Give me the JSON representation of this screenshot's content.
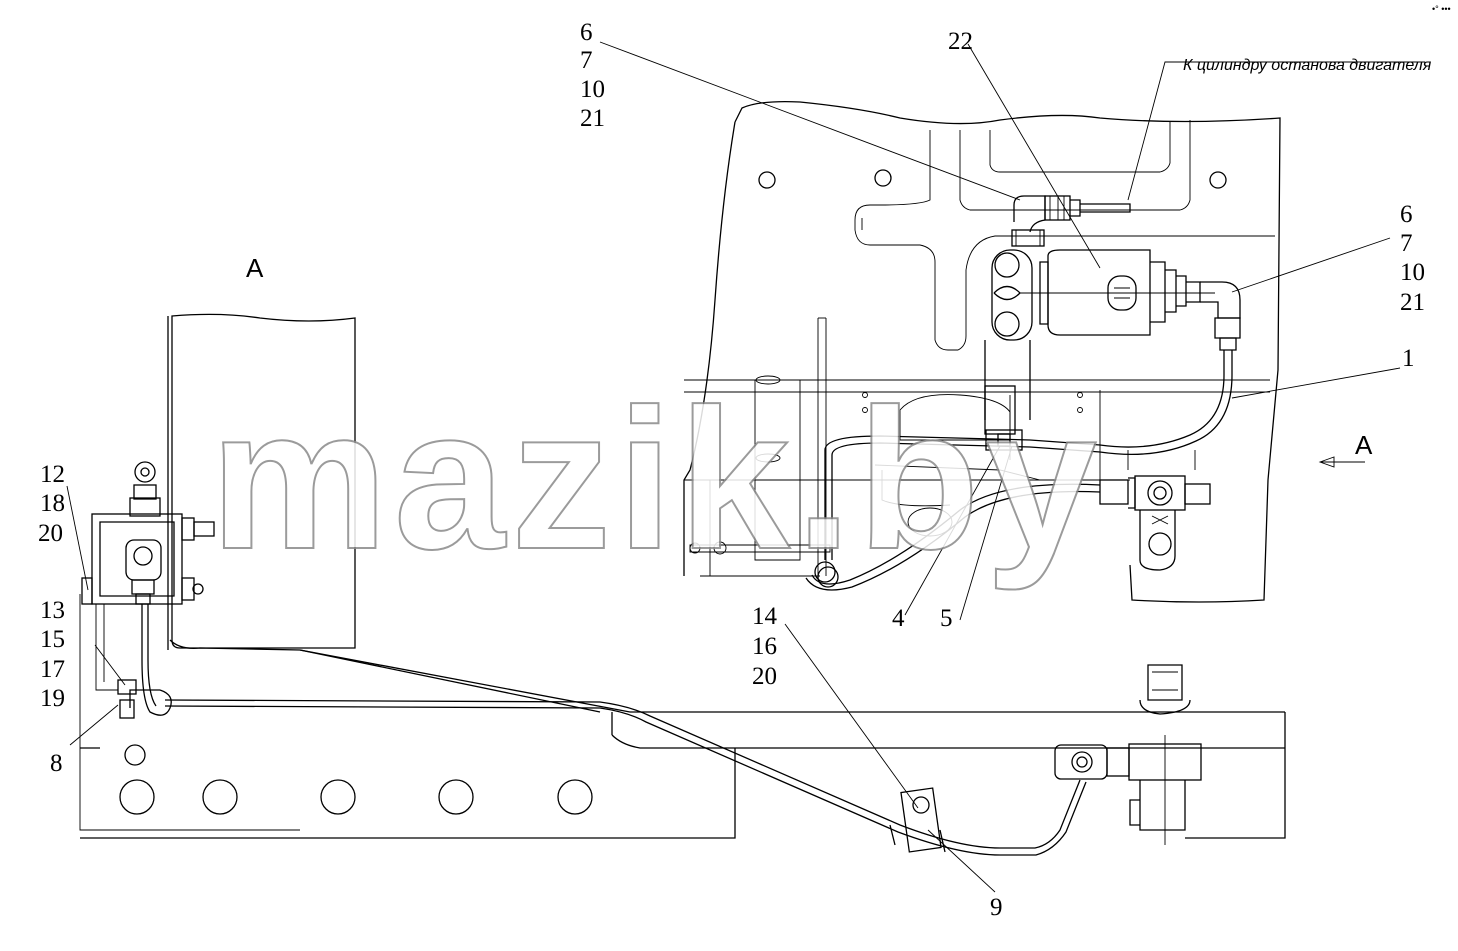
{
  "view_label_a": "А",
  "view_arrow_label": "А",
  "note_text": "К цилиндру останова двигателя",
  "watermark": "mazik.by",
  "corner_mark": "•° •••",
  "callouts": {
    "group_top_left": [
      "6",
      "7",
      "10",
      "21"
    ],
    "label_22": "22",
    "group_right": [
      "6",
      "7",
      "10",
      "21"
    ],
    "label_1": "1",
    "label_4": "4",
    "label_5": "5",
    "group_left_top": [
      "12",
      "18",
      "20"
    ],
    "group_left_mid": [
      "13",
      "15",
      "17",
      "19"
    ],
    "label_8": "8",
    "group_bottom": [
      "14",
      "16",
      "20"
    ],
    "label_9": "9"
  }
}
